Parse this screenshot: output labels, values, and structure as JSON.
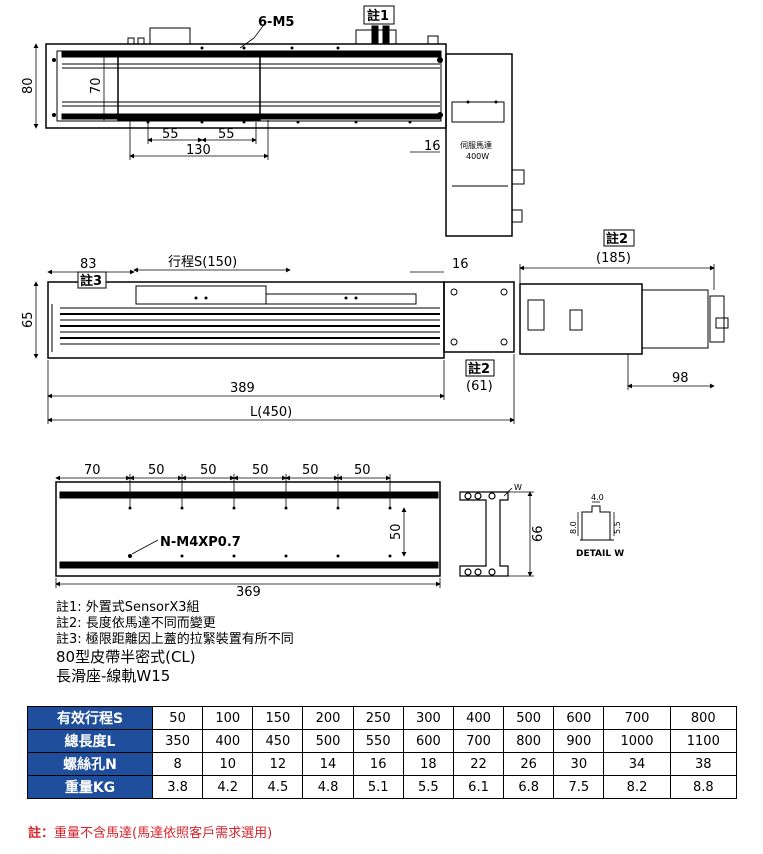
{
  "labels": {
    "m5": "6-M5",
    "note1_tag": "註1",
    "note2_tag": "註2",
    "note3_tag": "註3",
    "dim_80": "80",
    "dim_70": "70",
    "dim_55a": "55",
    "dim_55b": "55",
    "dim_130": "130",
    "dim_16a": "16",
    "motor_line1": "伺服馬達",
    "motor_line2": "400W",
    "dim_83": "83",
    "stroke": "行程S(150)",
    "dim_16b": "16",
    "dim_65": "65",
    "dim_61": "(61)",
    "dim_389": "389",
    "dim_L": "L(450)",
    "dim_185": "(185)",
    "dim_98": "98",
    "dim_p70": "70",
    "dim_p50a": "50",
    "dim_p50b": "50",
    "dim_p50c": "50",
    "dim_p50d": "50",
    "dim_p50e": "50",
    "nm4": "N-M4XP0.7",
    "dim_50v": "50",
    "dim_369": "369",
    "w_tag": "W",
    "dim_66": "66",
    "det_40": "4.0",
    "det_80": "8.0",
    "det_55": "5.5",
    "detail": "DETAIL W"
  },
  "notes": {
    "n1": "註1: 外置式SensorX3組",
    "n2": "註2: 長度依馬達不同而變更",
    "n3": "註3: 極限距離因上蓋的拉緊裝置有所不同",
    "model": "80型皮帶半密式(CL)",
    "slider": "長滑座-線軌W15"
  },
  "table": {
    "rows": [
      {
        "head": "有效行程S",
        "cells": [
          "50",
          "100",
          "150",
          "200",
          "250",
          "300",
          "400",
          "500",
          "600",
          "700",
          "800"
        ]
      },
      {
        "head": "總長度L",
        "cells": [
          "350",
          "400",
          "450",
          "500",
          "550",
          "600",
          "700",
          "800",
          "900",
          "1000",
          "1100"
        ]
      },
      {
        "head": "螺絲孔N",
        "cells": [
          "8",
          "10",
          "12",
          "14",
          "16",
          "18",
          "22",
          "26",
          "30",
          "34",
          "38"
        ]
      },
      {
        "head": "重量KG",
        "cells": [
          "3.8",
          "4.2",
          "4.5",
          "4.8",
          "5.1",
          "5.5",
          "6.1",
          "6.8",
          "7.5",
          "8.2",
          "8.8"
        ]
      }
    ]
  },
  "footnote": {
    "prefix": "註：",
    "text": "重量不含馬達(馬達依照客戶需求選用)"
  }
}
